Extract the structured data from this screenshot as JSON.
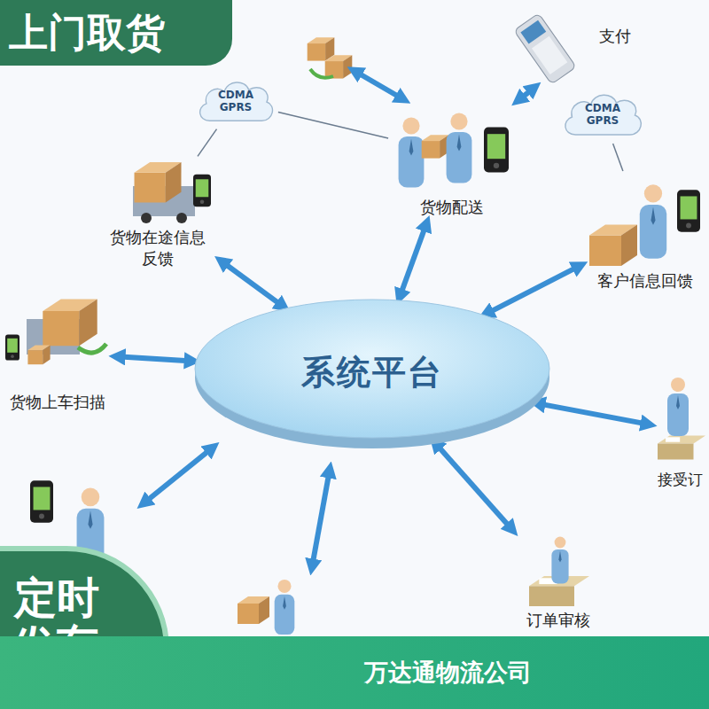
{
  "diagram": {
    "nodes": [
      {
        "text": [
          "上门取货"
        ]
      },
      {
        "text": [
          "CDMA GPRS"
        ]
      },
      {
        "text": [
          "支付"
        ]
      },
      {
        "text": [
          "CDMA GPRS"
        ]
      },
      {
        "text": [
          "货物配送"
        ]
      },
      {
        "text": [
          "货物在途信息反馈"
        ]
      },
      {
        "text": [
          "客户信息回馈"
        ]
      },
      {
        "text": [
          "系统平台"
        ]
      },
      {
        "text": [
          "货物上车扫描"
        ]
      },
      {
        "text": [
          "接受订"
        ]
      },
      {
        "text": [
          "订单审核"
        ]
      },
      {
        "text": [
          "定时发车"
        ]
      },
      {
        "text": [
          "万达通物流公司"
        ]
      }
    ],
    "edges": [
      {
        "from": 1,
        "to": 4,
        "arrow": "none"
      },
      {
        "from": 1,
        "to": 5,
        "arrow": "none"
      },
      {
        "from": 3,
        "to": 6,
        "arrow": "none"
      },
      {
        "from": 4,
        "to": 2,
        "arrow": "both"
      },
      {
        "from": 7,
        "to": 4,
        "arrow": "both"
      },
      {
        "from": 7,
        "to": 5,
        "arrow": "both"
      },
      {
        "from": 7,
        "to": 6,
        "arrow": "both"
      },
      {
        "from": 7,
        "to": 8,
        "arrow": "both"
      },
      {
        "from": 7,
        "to": 9,
        "arrow": "both"
      },
      {
        "from": 7,
        "to": 10,
        "arrow": "both"
      }
    ]
  }
}
